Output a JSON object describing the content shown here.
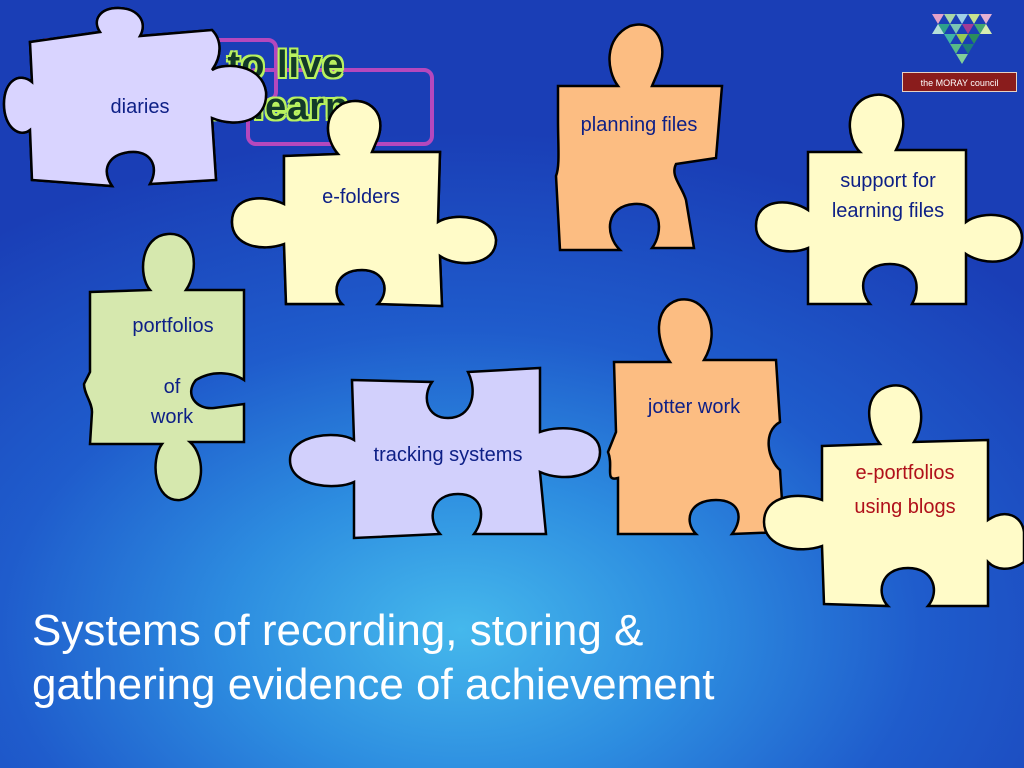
{
  "banner": {
    "line1": "rning to live",
    "line2": "ng to learn"
  },
  "logo": {
    "text": "the MORAY council"
  },
  "pieces": {
    "diaries": {
      "label": "diaries",
      "color": "#d9d4ff"
    },
    "efolders": {
      "label": "e-folders",
      "color": "#fffbc8"
    },
    "planning": {
      "label": "planning files",
      "color": "#fcbd82"
    },
    "support": {
      "line1": "support for",
      "line2": "learning files",
      "color": "#fffbc8"
    },
    "portfolios": {
      "line1": "portfolios",
      "line2": "of",
      "line3": "work",
      "color": "#d6e8ae"
    },
    "tracking": {
      "label": "tracking systems",
      "color": "#d2d0fc"
    },
    "jotter": {
      "label": "jotter work",
      "color": "#fcbd82"
    },
    "eportfolios": {
      "line1": "e-portfolios",
      "line2": "using blogs",
      "color": "#fffbc8"
    }
  },
  "title": {
    "line1": "Systems of recording, storing &",
    "line2": "gathering evidence of achievement"
  }
}
